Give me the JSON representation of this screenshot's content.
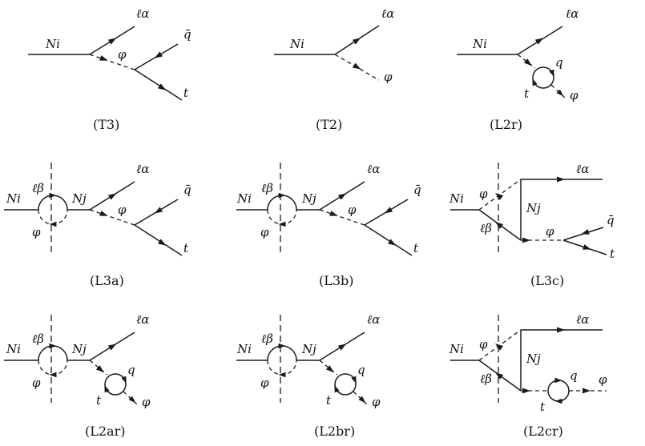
{
  "captions": {
    "T3": "(T3)",
    "T2": "(T2)",
    "L2r": "(L2r)",
    "L3a": "(L3a)",
    "L3b": "(L3b)",
    "L3c": "(L3c)",
    "L2ar": "(L2ar)",
    "L2br": "(L2br)",
    "L2cr": "(L2cr)"
  },
  "particles": {
    "N_i": "Ni",
    "N_j": "Nj",
    "l_alpha": "ℓα",
    "l_beta": "ℓβ",
    "phi": "φ",
    "qbar": "q̄",
    "q": "q",
    "t": "t"
  }
}
